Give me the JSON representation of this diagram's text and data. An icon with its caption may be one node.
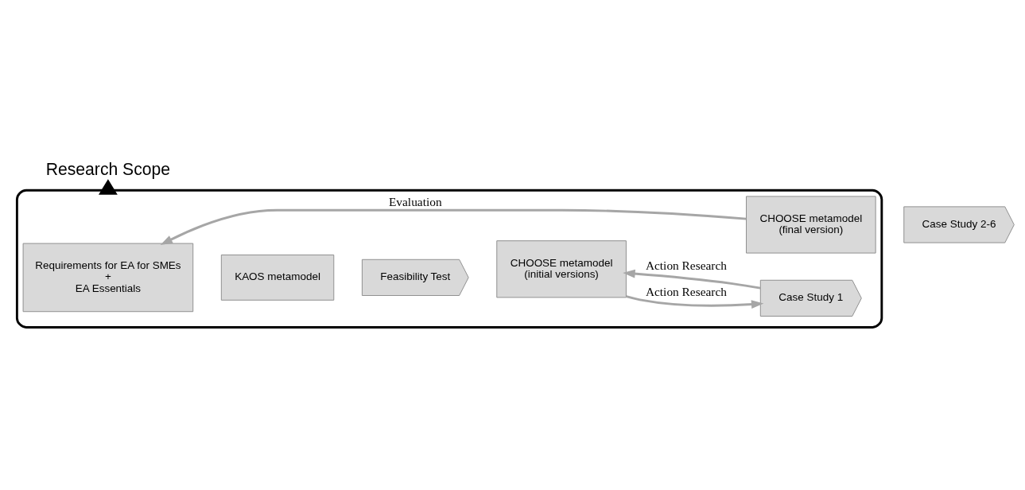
{
  "diagram": {
    "nodes": [
      {
        "text": [],
        "shape": "ellipse"
      },
      {
        "text": [
          "Requirements for EA for SMEs",
          "+",
          "EA Essentials"
        ],
        "in": 0
      },
      {
        "text": [
          "KAOS metamodel"
        ],
        "in": 0
      },
      {
        "text": [
          "Feasibility Test"
        ],
        "in": 0
      },
      {
        "text": [
          "CHOOSE metamodel",
          "(initial versions)"
        ],
        "in": 0
      },
      {
        "text": [
          "CHOOSE metamodel",
          "(final version)"
        ],
        "in": 0
      },
      {
        "text": [
          "Case Study 1"
        ],
        "in": 0
      },
      {
        "text": [
          "Case Study 2-6"
        ]
      },
      {
        "text": [
          "Research Scope"
        ]
      }
    ],
    "edges": [
      {
        "from": 5,
        "to": 1,
        "arrow": "to",
        "label": "Evaluation"
      },
      {
        "from": 4,
        "to": 6,
        "arrow": "to",
        "label": "Action Research"
      },
      {
        "from": 6,
        "to": 4,
        "arrow": "to",
        "label": "Action Research"
      },
      {
        "from": 0,
        "to": 8,
        "arrow": "to",
        "style": "thick",
        "color": "#000000"
      }
    ]
  }
}
